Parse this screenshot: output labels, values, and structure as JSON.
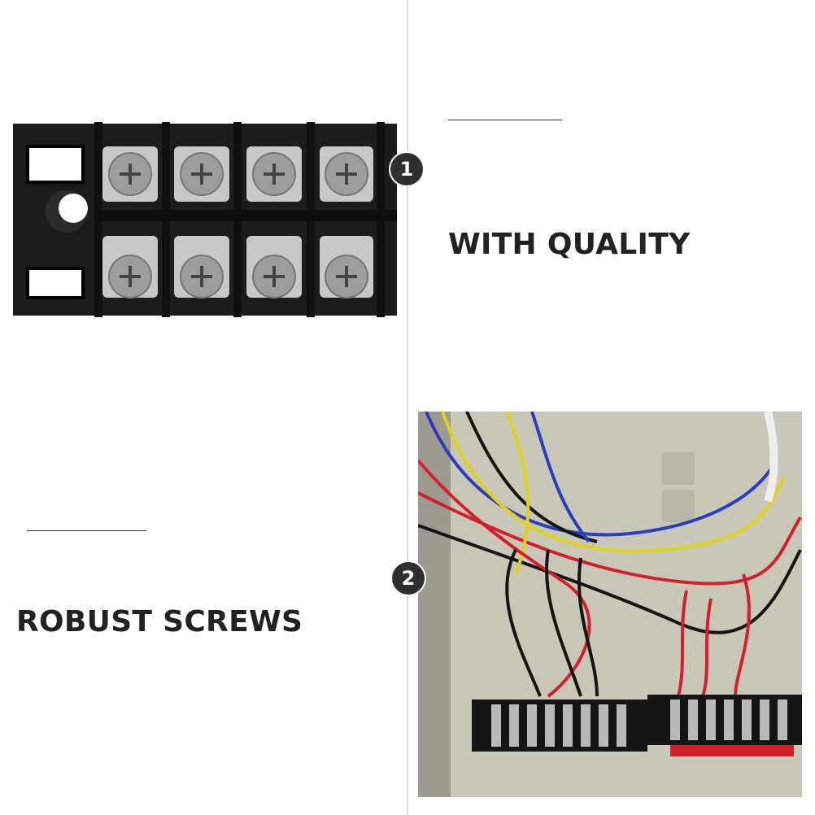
{
  "features": [
    {
      "number": "1",
      "title": "WITH QUALITY"
    },
    {
      "number": "2",
      "title": "ROBUST SCREWS"
    }
  ],
  "photos": [
    {
      "subject": "terminal-block-closeup"
    },
    {
      "subject": "terminal-blocks-installed-in-electrical-box"
    }
  ],
  "colors": {
    "heading_text": "#222222",
    "badge_background": "#2f2f2f",
    "badge_text": "#ffffff",
    "divider": "#d8d8d8",
    "terminal_block": "#1c1c1c",
    "screw_metal": "#b9b9b9",
    "enclosure": "#c9c7b8",
    "wire_red": "#d4202a",
    "wire_blue": "#2a3fbf",
    "wire_yellow": "#e0d21a",
    "wire_black": "#151515"
  }
}
